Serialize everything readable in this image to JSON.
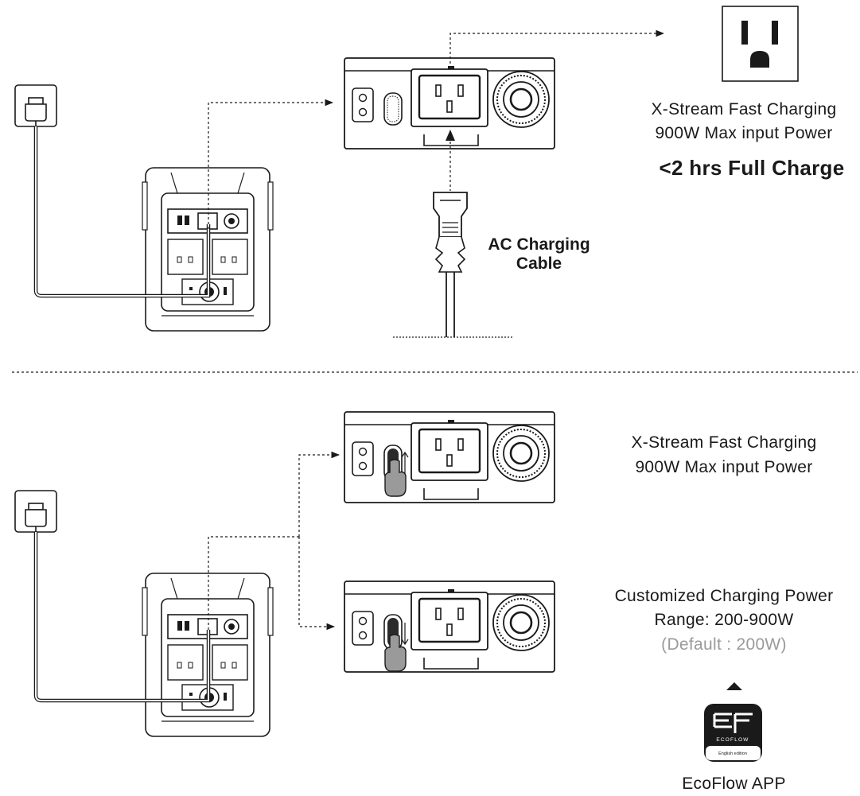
{
  "top": {
    "line1": "X-Stream Fast Charging",
    "line2": "900W Max input Power",
    "highlight": "<2 hrs Full Charge",
    "cable_line1": "AC Charging",
    "cable_line2": "Cable"
  },
  "bottom": {
    "fast_line1": "X-Stream Fast Charging",
    "fast_line2": "900W Max input Power",
    "custom_line1": "Customized Charging Power",
    "custom_line2": "Range: 200-900W",
    "custom_line3": "(Default : 200W)"
  },
  "app": {
    "icon_text": "ECOFLOW",
    "icon_edition": "English edition",
    "label": "EcoFlow APP"
  }
}
